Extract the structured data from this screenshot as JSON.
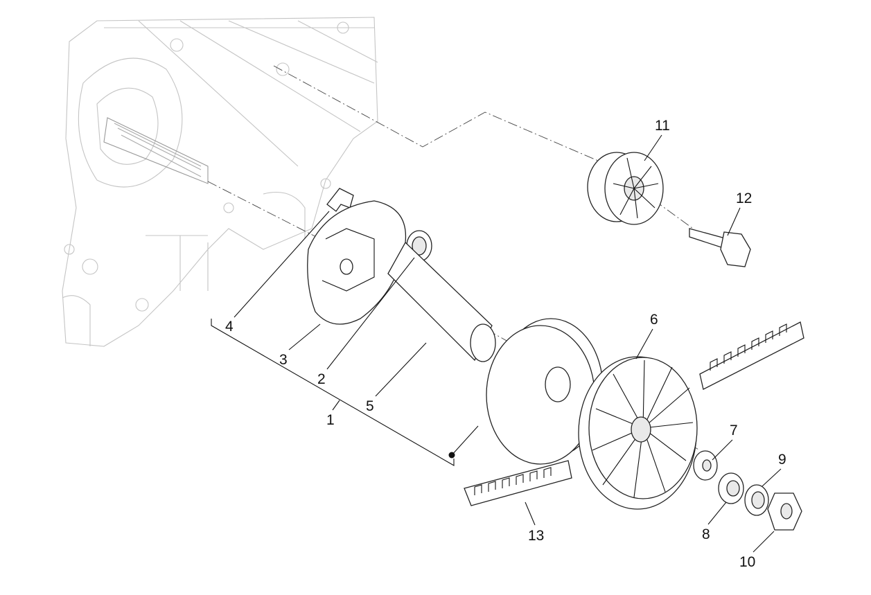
{
  "diagram": {
    "title": "Driving pulley exploded view",
    "callouts": {
      "c1": "1",
      "c2": "2",
      "c3": "3",
      "c4": "4",
      "c5": "5",
      "c6": "6",
      "c7": "7",
      "c8": "8",
      "c9": "9",
      "c10": "10",
      "c11": "11",
      "c12": "12",
      "c13": "13"
    }
  }
}
